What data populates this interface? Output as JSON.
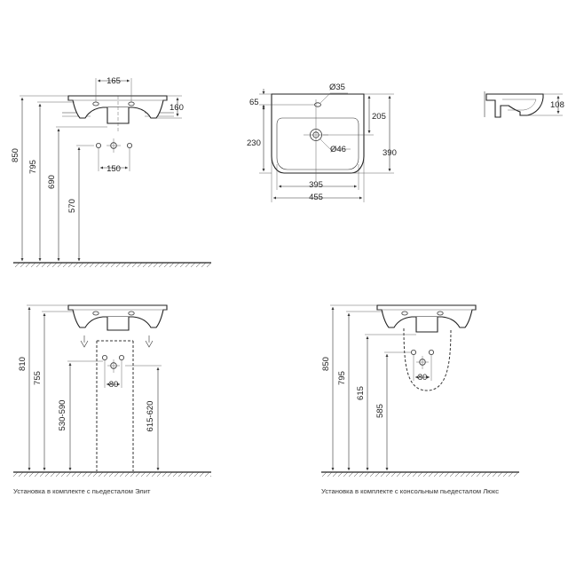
{
  "views": {
    "front_top": {
      "dims": {
        "w165": "165",
        "h160": "160",
        "h850": "850",
        "h795": "795",
        "h690": "690",
        "h570": "570",
        "w150": "150"
      }
    },
    "plan": {
      "dims": {
        "d35": "Ø35",
        "d46": "Ø46",
        "h65": "65",
        "h205": "205",
        "h230": "230",
        "h390": "390",
        "w395": "395",
        "w455": "455"
      }
    },
    "side": {
      "dims": {
        "h108": "108"
      }
    },
    "pedestal_elite": {
      "dims": {
        "h810": "810",
        "h755": "755",
        "h530": "530-590",
        "h615": "615-620",
        "w80": "80"
      },
      "caption": "Установка в комплекте с пьедесталом Элит"
    },
    "pedestal_lux": {
      "dims": {
        "h850": "850",
        "h795": "795",
        "h615": "615",
        "h585": "585",
        "w80": "80"
      },
      "caption": "Установка в комплекте с консольным пьедесталом Люкс"
    }
  }
}
